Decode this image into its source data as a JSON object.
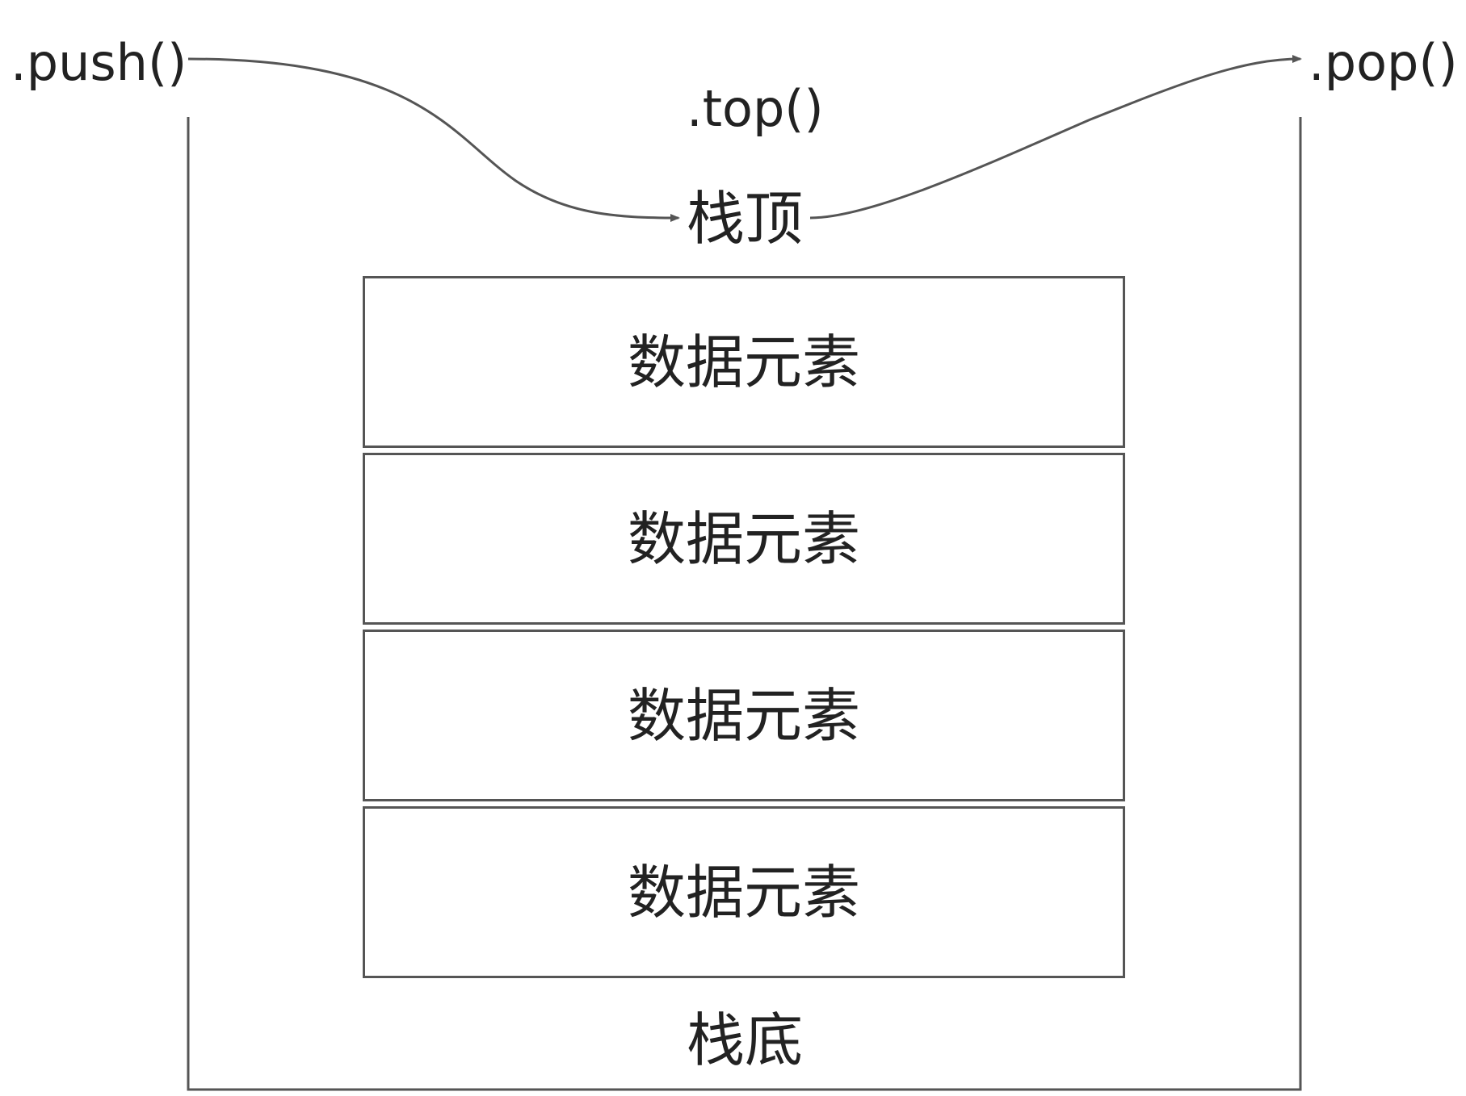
{
  "diagram": {
    "operations": {
      "push": ".push()",
      "top": ".top()",
      "pop": ".pop()"
    },
    "stack_top_label": "栈顶",
    "stack_bottom_label": "栈底",
    "elements": [
      {
        "label": "数据元素"
      },
      {
        "label": "数据元素"
      },
      {
        "label": "数据元素"
      },
      {
        "label": "数据元素"
      }
    ],
    "colors": {
      "stroke": "#555555",
      "text": "#222222",
      "background": "#ffffff"
    }
  }
}
